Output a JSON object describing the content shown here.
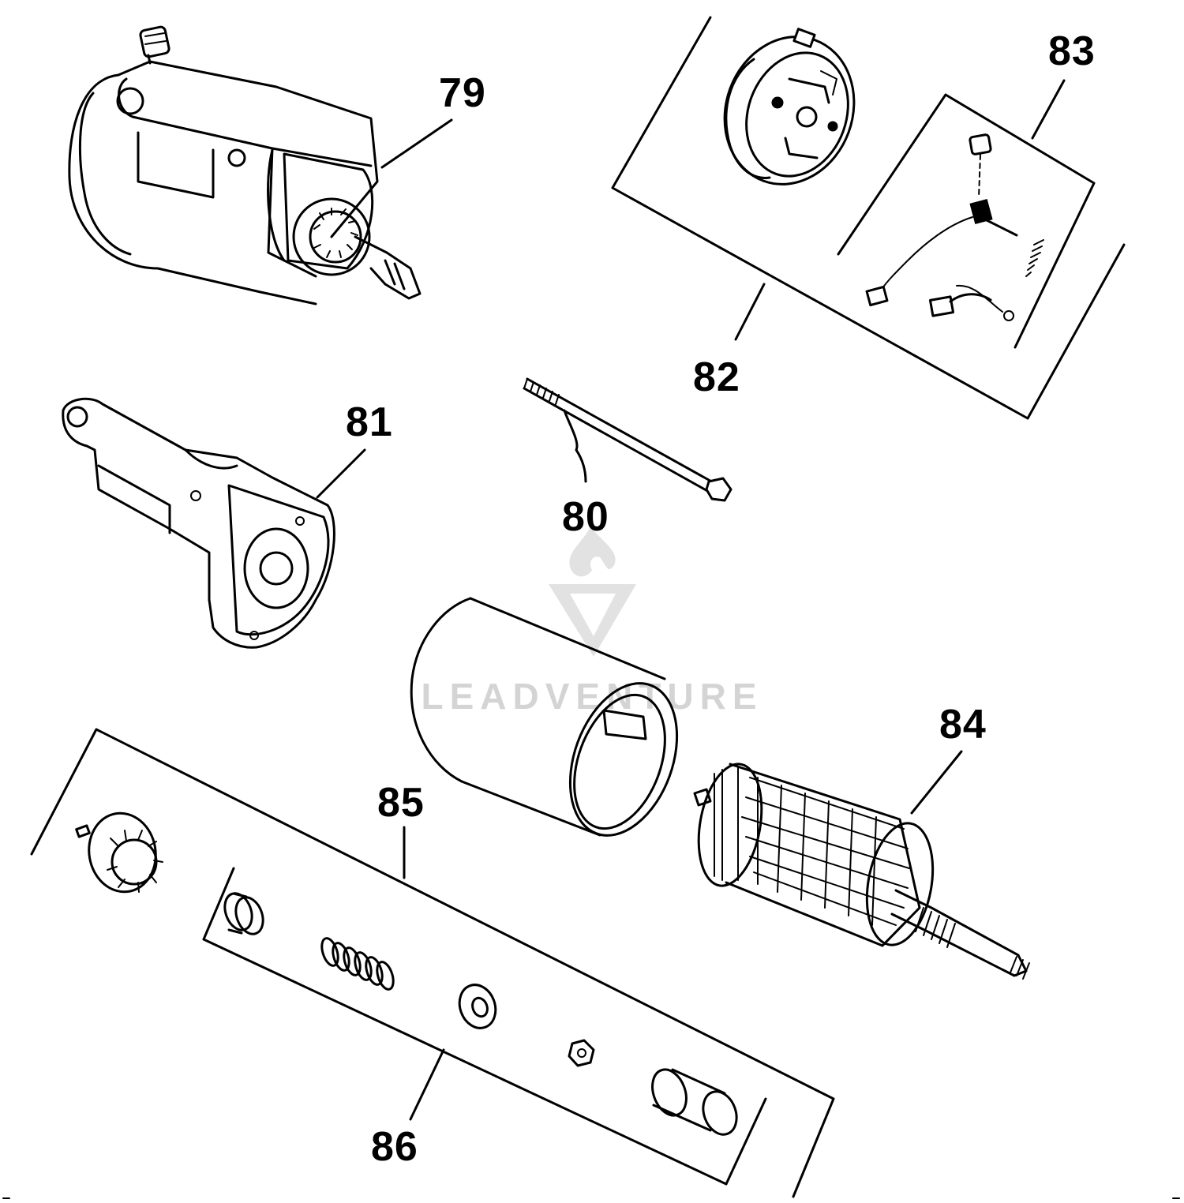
{
  "watermark": {
    "text": "LEADVENTURE",
    "color": "#d4d4d4"
  },
  "parts": [
    {
      "id": "p79",
      "number": "79",
      "icon": "starter-motor-assembly-icon"
    },
    {
      "id": "p80",
      "number": "80",
      "icon": "through-bolt-icon"
    },
    {
      "id": "p81",
      "number": "81",
      "icon": "drive-end-cap-icon"
    },
    {
      "id": "p82",
      "number": "82",
      "icon": "commutator-end-cap-icon"
    },
    {
      "id": "p83",
      "number": "83",
      "icon": "brush-kit-icon"
    },
    {
      "id": "p84",
      "number": "84",
      "icon": "armature-icon"
    },
    {
      "id": "p85",
      "number": "85",
      "icon": "drive-kit-icon"
    },
    {
      "id": "p86",
      "number": "86",
      "icon": "drive-kit-parts-icon"
    }
  ],
  "colors": {
    "ink": "#000000",
    "background": "#ffffff"
  }
}
